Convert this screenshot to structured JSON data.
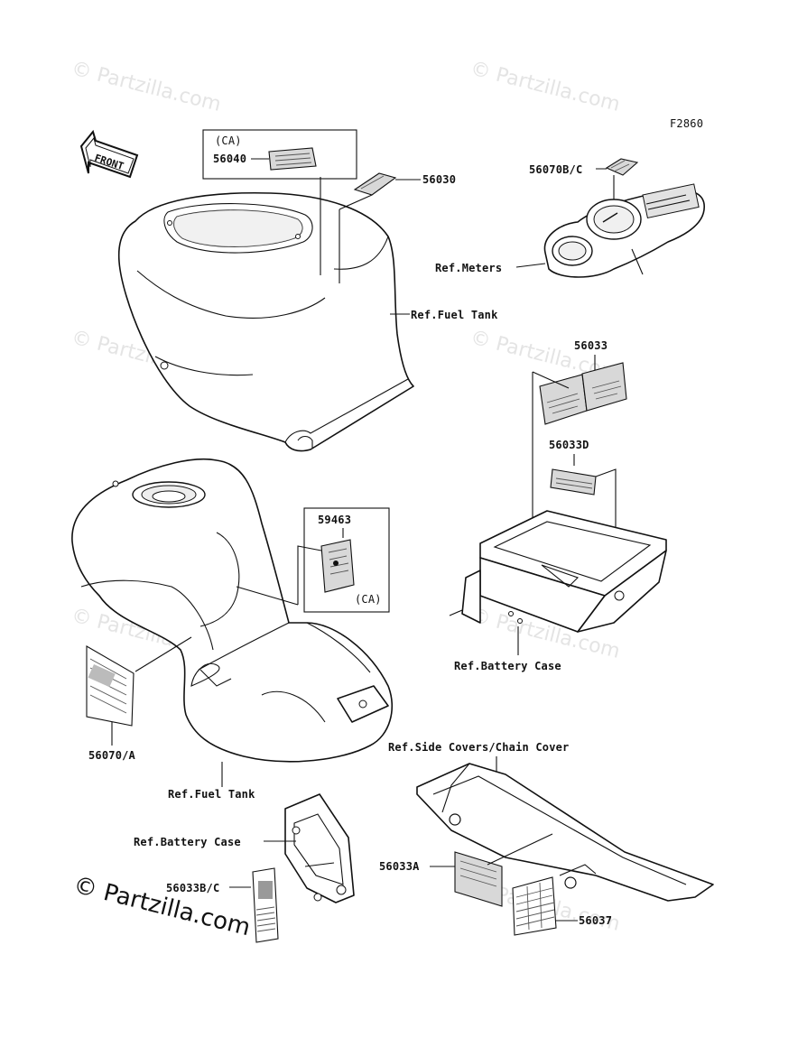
{
  "diagram": {
    "figure_code": "F2860",
    "front_arrow_text": "FRONT",
    "labels": {
      "ca_top": "(CA)",
      "p56040": "56040",
      "p56030": "56030",
      "p56070bc": "56070B/C",
      "ref_meters": "Ref.Meters",
      "ref_fuel_tank_top": "Ref.Fuel Tank",
      "p56033": "56033",
      "p56033d": "56033D",
      "p59463": "59463",
      "ca_mid": "(CA)",
      "ref_battery_case_right": "Ref.Battery Case",
      "p56070a": "56070/A",
      "ref_side_covers": "Ref.Side Covers/Chain Cover",
      "ref_fuel_tank_bottom": "Ref.Fuel Tank",
      "ref_battery_case_left": "Ref.Battery Case",
      "p56033a": "56033A",
      "p56033bc": "56033B/C",
      "p56037": "56037"
    },
    "watermark_text": "© Partzilla.com",
    "copyright_logo": "© Partzilla.com"
  }
}
